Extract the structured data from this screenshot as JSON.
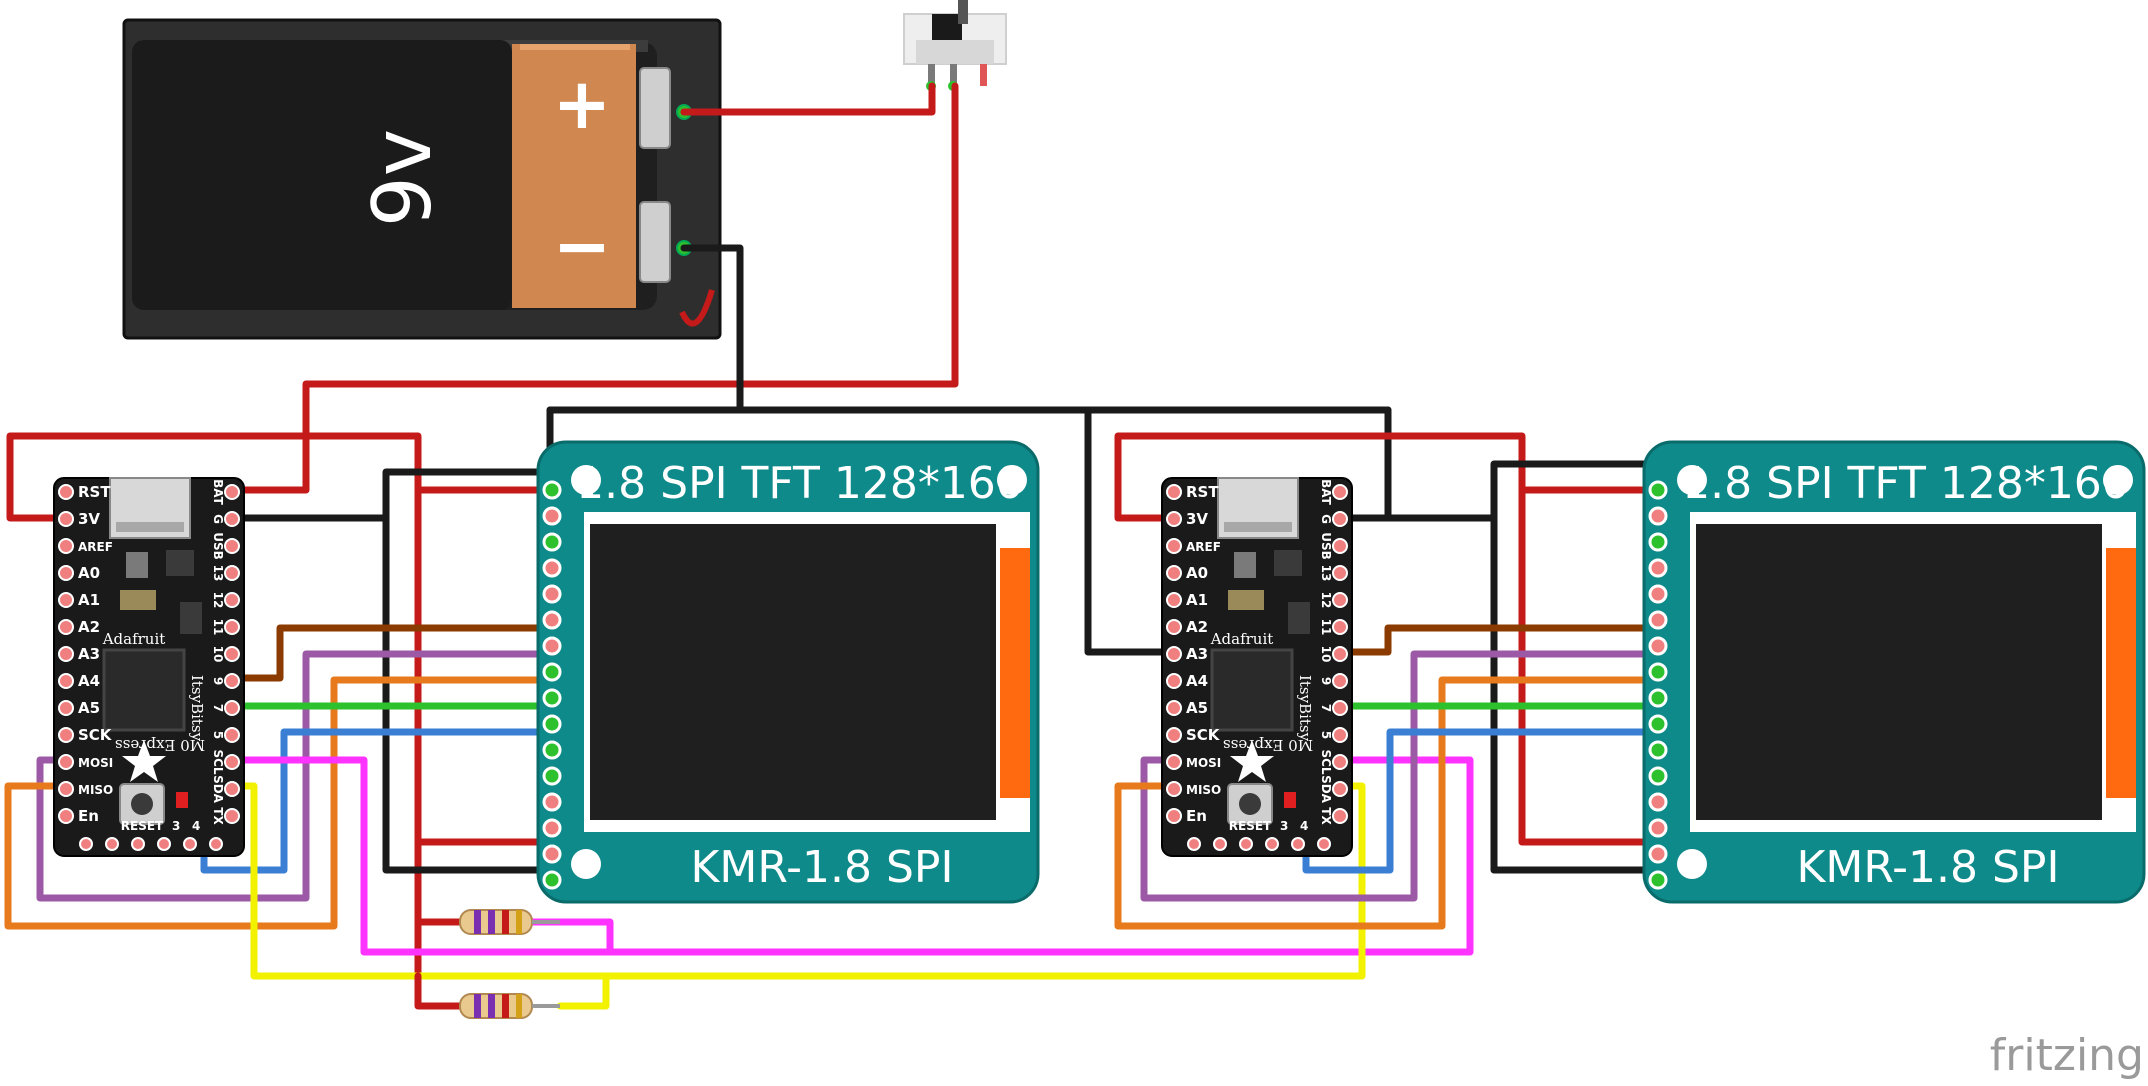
{
  "battery": {
    "voltage_label": "9v",
    "plus_label": "+",
    "minus_label": "−"
  },
  "displays": [
    {
      "title": "1.8 SPI TFT 128*160",
      "model": "KMR-1.8  SPI"
    },
    {
      "title": "1.8 SPI TFT 128*160",
      "model": "KMR-1.8  SPI"
    }
  ],
  "boards": [
    {
      "brand": "Adafruit",
      "model": "ItsyBitsy",
      "variant": "M0 Express",
      "left_pins": [
        "RST",
        "3V",
        "AREF",
        "A0",
        "A1",
        "A2",
        "A3",
        "A4",
        "A5",
        "SCK",
        "MOSI",
        "MISO",
        "En"
      ],
      "right_pins": [
        "BAT",
        "G",
        "USB",
        "13",
        "12",
        "11",
        "10",
        "9",
        "7",
        "5",
        "SCL",
        "SDA",
        "TX"
      ],
      "bottom_pins": [
        "RESET",
        "3",
        "4"
      ]
    },
    {
      "brand": "Adafruit",
      "model": "ItsyBitsy",
      "variant": "M0 Express",
      "left_pins": [
        "RST",
        "3V",
        "AREF",
        "A0",
        "A1",
        "A2",
        "A3",
        "A4",
        "A5",
        "SCK",
        "MOSI",
        "MISO",
        "En"
      ],
      "right_pins": [
        "BAT",
        "G",
        "USB",
        "13",
        "12",
        "11",
        "10",
        "9",
        "7",
        "5",
        "SCL",
        "SDA",
        "TX"
      ],
      "bottom_pins": [
        "RESET",
        "3",
        "4"
      ]
    }
  ],
  "watermark": "fritzing",
  "colors": {
    "wire_power": "#c41a1a",
    "wire_ground": "#1a1a1a",
    "wire_brown": "#8b3a00",
    "wire_purple": "#9b59a6",
    "wire_orange": "#e87a1e",
    "wire_green": "#2dc22d",
    "wire_blue": "#3a7fd4",
    "wire_magenta": "#ff33ff",
    "wire_yellow": "#f2f200",
    "display_board": "#0f8a8a",
    "battery_body": "#d08850"
  }
}
